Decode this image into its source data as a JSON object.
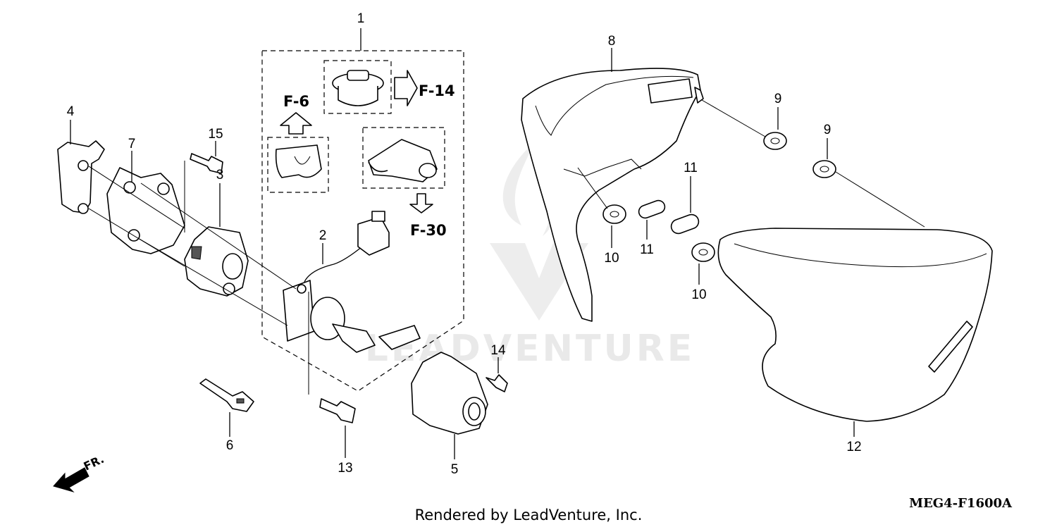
{
  "callouts": [
    "1",
    "2",
    "3",
    "4",
    "5",
    "6",
    "7",
    "8",
    "9",
    "9",
    "10",
    "10",
    "11",
    "11",
    "12",
    "13",
    "14",
    "15"
  ],
  "refs": {
    "f6": "F-6",
    "f14": "F-14",
    "f30": "F-30"
  },
  "watermark": "LEADVENTURE",
  "front_marker": "FR.",
  "footer": {
    "rendered_by": "Rendered by LeadVenture, Inc.",
    "diagram_code": "MEG4-F1600A"
  }
}
